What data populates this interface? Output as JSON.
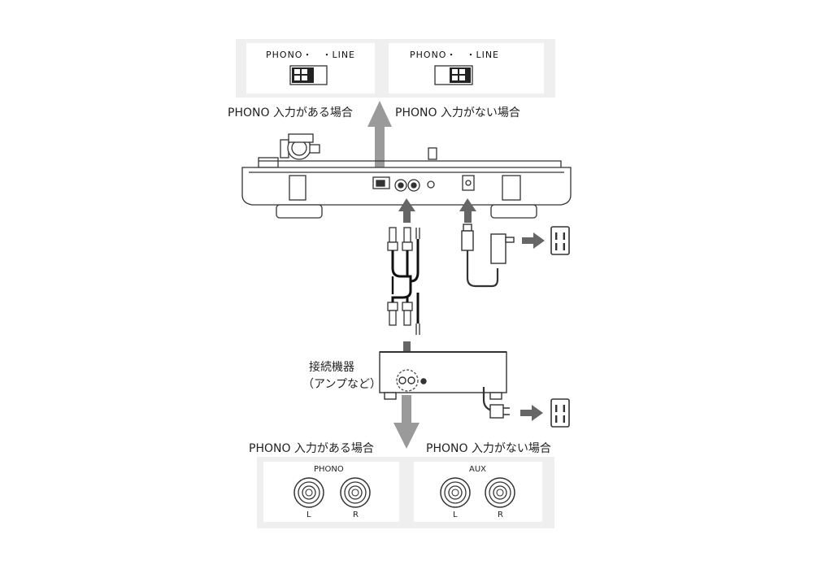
{
  "switch_setting": {
    "phono": {
      "label": "PHONO・　・LINE",
      "caption": "PHONO 入力がある場合"
    },
    "line": {
      "label": "PHONO・　・LINE",
      "caption": "PHONO 入力がない場合"
    }
  },
  "device": {
    "name_line1": "接続機器",
    "name_line2": "（アンプなど）"
  },
  "amp_inputs": {
    "phono": {
      "caption": "PHONO 入力がある場合",
      "header": "PHONO",
      "left": "L",
      "right": "R"
    },
    "aux": {
      "caption": "PHONO 入力がない場合",
      "header": "AUX",
      "left": "L",
      "right": "R"
    }
  },
  "colors": {
    "gray_arrow": "#9a9a9a",
    "dark_arrow": "#666666",
    "panel_bg": "#efefef"
  },
  "icons": [
    "turntable",
    "rca-cable",
    "ac-adapter",
    "wall-outlet",
    "amplifier",
    "rca-jack"
  ]
}
